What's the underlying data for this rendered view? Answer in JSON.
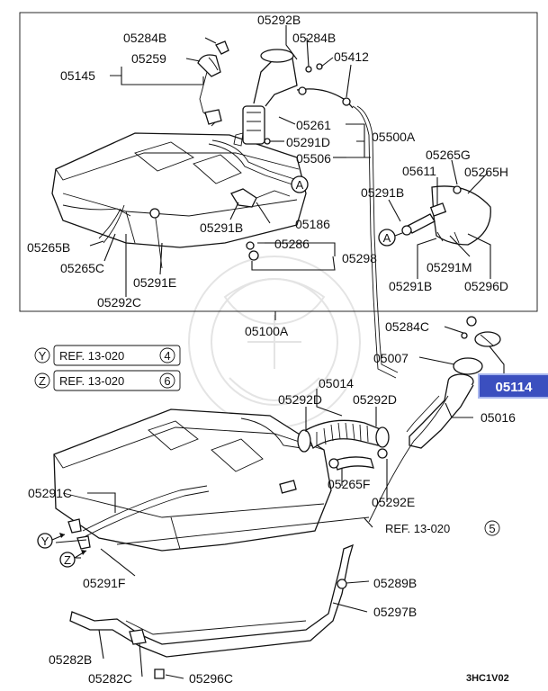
{
  "diagram_id": "3HC1V02",
  "highlight_color": "#3b4fbf",
  "parts": {
    "p05292B": "05292B",
    "p05284B_top": "05284B",
    "p05284B_left": "05284B",
    "p05259": "05259",
    "p05412": "05412",
    "p05145": "05145",
    "p05261": "05261",
    "p05291D": "05291D",
    "p05500A": "05500A",
    "p05506": "05506",
    "p05265G": "05265G",
    "p05611": "05611",
    "p05265H": "05265H",
    "p05291B_right": "05291B",
    "p05291B_mid": "05291B",
    "p05186": "05186",
    "p05286": "05286",
    "p05298": "05298",
    "p05265B": "05265B",
    "p05265C": "05265C",
    "p05291E": "05291E",
    "p05292C": "05292C",
    "p05291M": "05291M",
    "p05291B_low": "05291B",
    "p05296D": "05296D",
    "p05100A": "05100A",
    "p05284C": "05284C",
    "p05007": "05007",
    "p05114": "05114",
    "p05014": "05014",
    "p05292D_left": "05292D",
    "p05292D_right": "05292D",
    "p05016": "05016",
    "p05291C": "05291C",
    "p05265F": "05265F",
    "p05292E": "05292E",
    "p05291F": "05291F",
    "p05289B": "05289B",
    "p05297B": "05297B",
    "p05282B": "05282B",
    "p05282C": "05282C",
    "p05296C": "05296C"
  },
  "refs": {
    "ref_y": {
      "letter": "Y",
      "text": "REF. 13-020",
      "num": "4"
    },
    "ref_z": {
      "letter": "Z",
      "text": "REF. 13-020",
      "num": "6"
    },
    "ref_5": {
      "text": "REF. 13-020",
      "num": "5"
    }
  },
  "markers": {
    "a_top": "A",
    "a_right": "A",
    "y_bottom": "Y",
    "z_bottom": "Z"
  }
}
